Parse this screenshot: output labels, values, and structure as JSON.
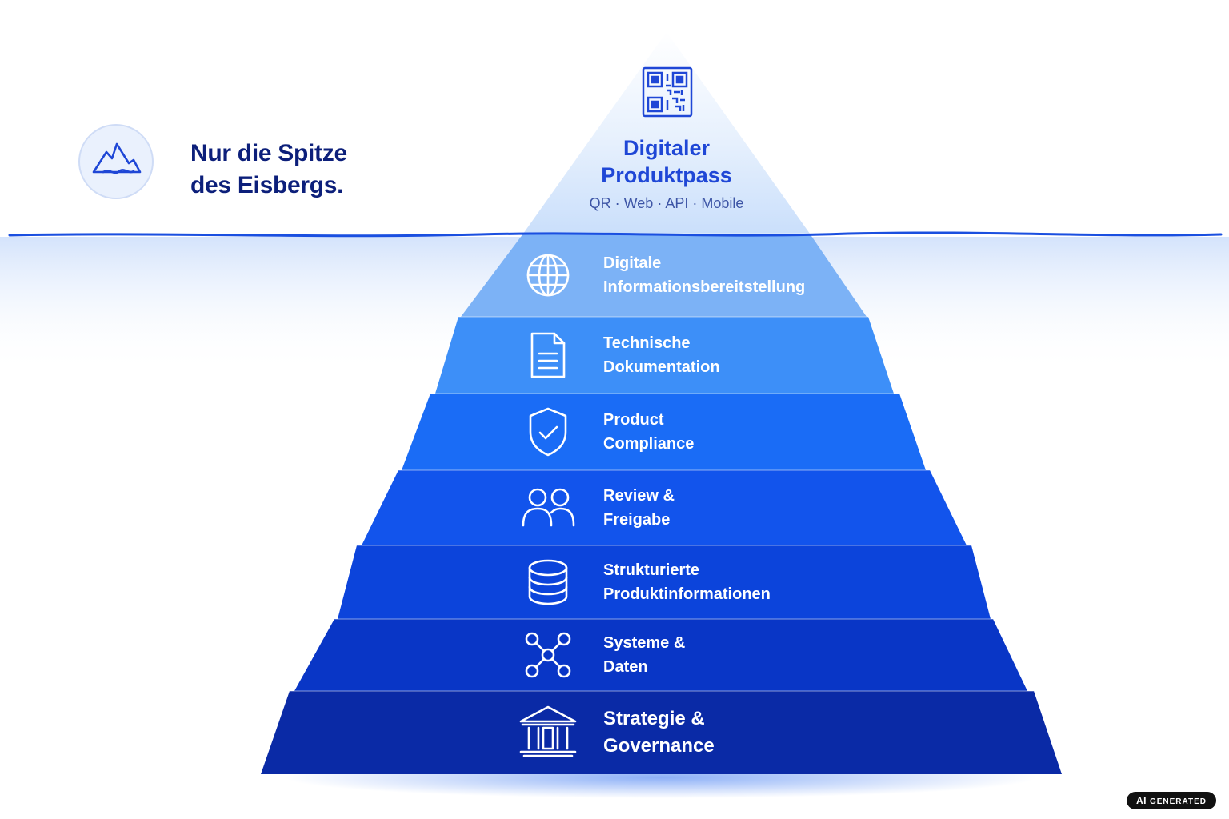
{
  "tagline": {
    "line1": "Nur die Spitze",
    "line2": "des Eisbergs."
  },
  "tip": {
    "title_line1": "Digitaler",
    "title_line2": "Produktpass",
    "subtitle": "QR · Web · API · Mobile",
    "icon": "qr-code-icon"
  },
  "layers": [
    {
      "line1": "Digitale",
      "line2": "Informationsbereitstellung",
      "icon": "globe-icon"
    },
    {
      "line1": "Technische",
      "line2": "Dokumentation",
      "icon": "document-icon"
    },
    {
      "line1": "Product",
      "line2": "Compliance",
      "icon": "shield-check-icon"
    },
    {
      "line1": "Review &",
      "line2": "Freigabe",
      "icon": "users-icon"
    },
    {
      "line1": "Strukturierte",
      "line2": "Produktinformationen",
      "icon": "database-icon"
    },
    {
      "line1": "Systeme &",
      "line2": "Daten",
      "icon": "network-icon"
    },
    {
      "line1": "Strategie &",
      "line2": "Governance",
      "icon": "institution-icon"
    }
  ],
  "badge": {
    "ai": "AI",
    "generated": "GENERATED"
  },
  "colors": {
    "navy": "#0c1f7a",
    "accent": "#1f47d6",
    "water_line": "#1a4fe0",
    "layer_top": "#78aef5",
    "layer_bottom": "#0a2aa6"
  }
}
